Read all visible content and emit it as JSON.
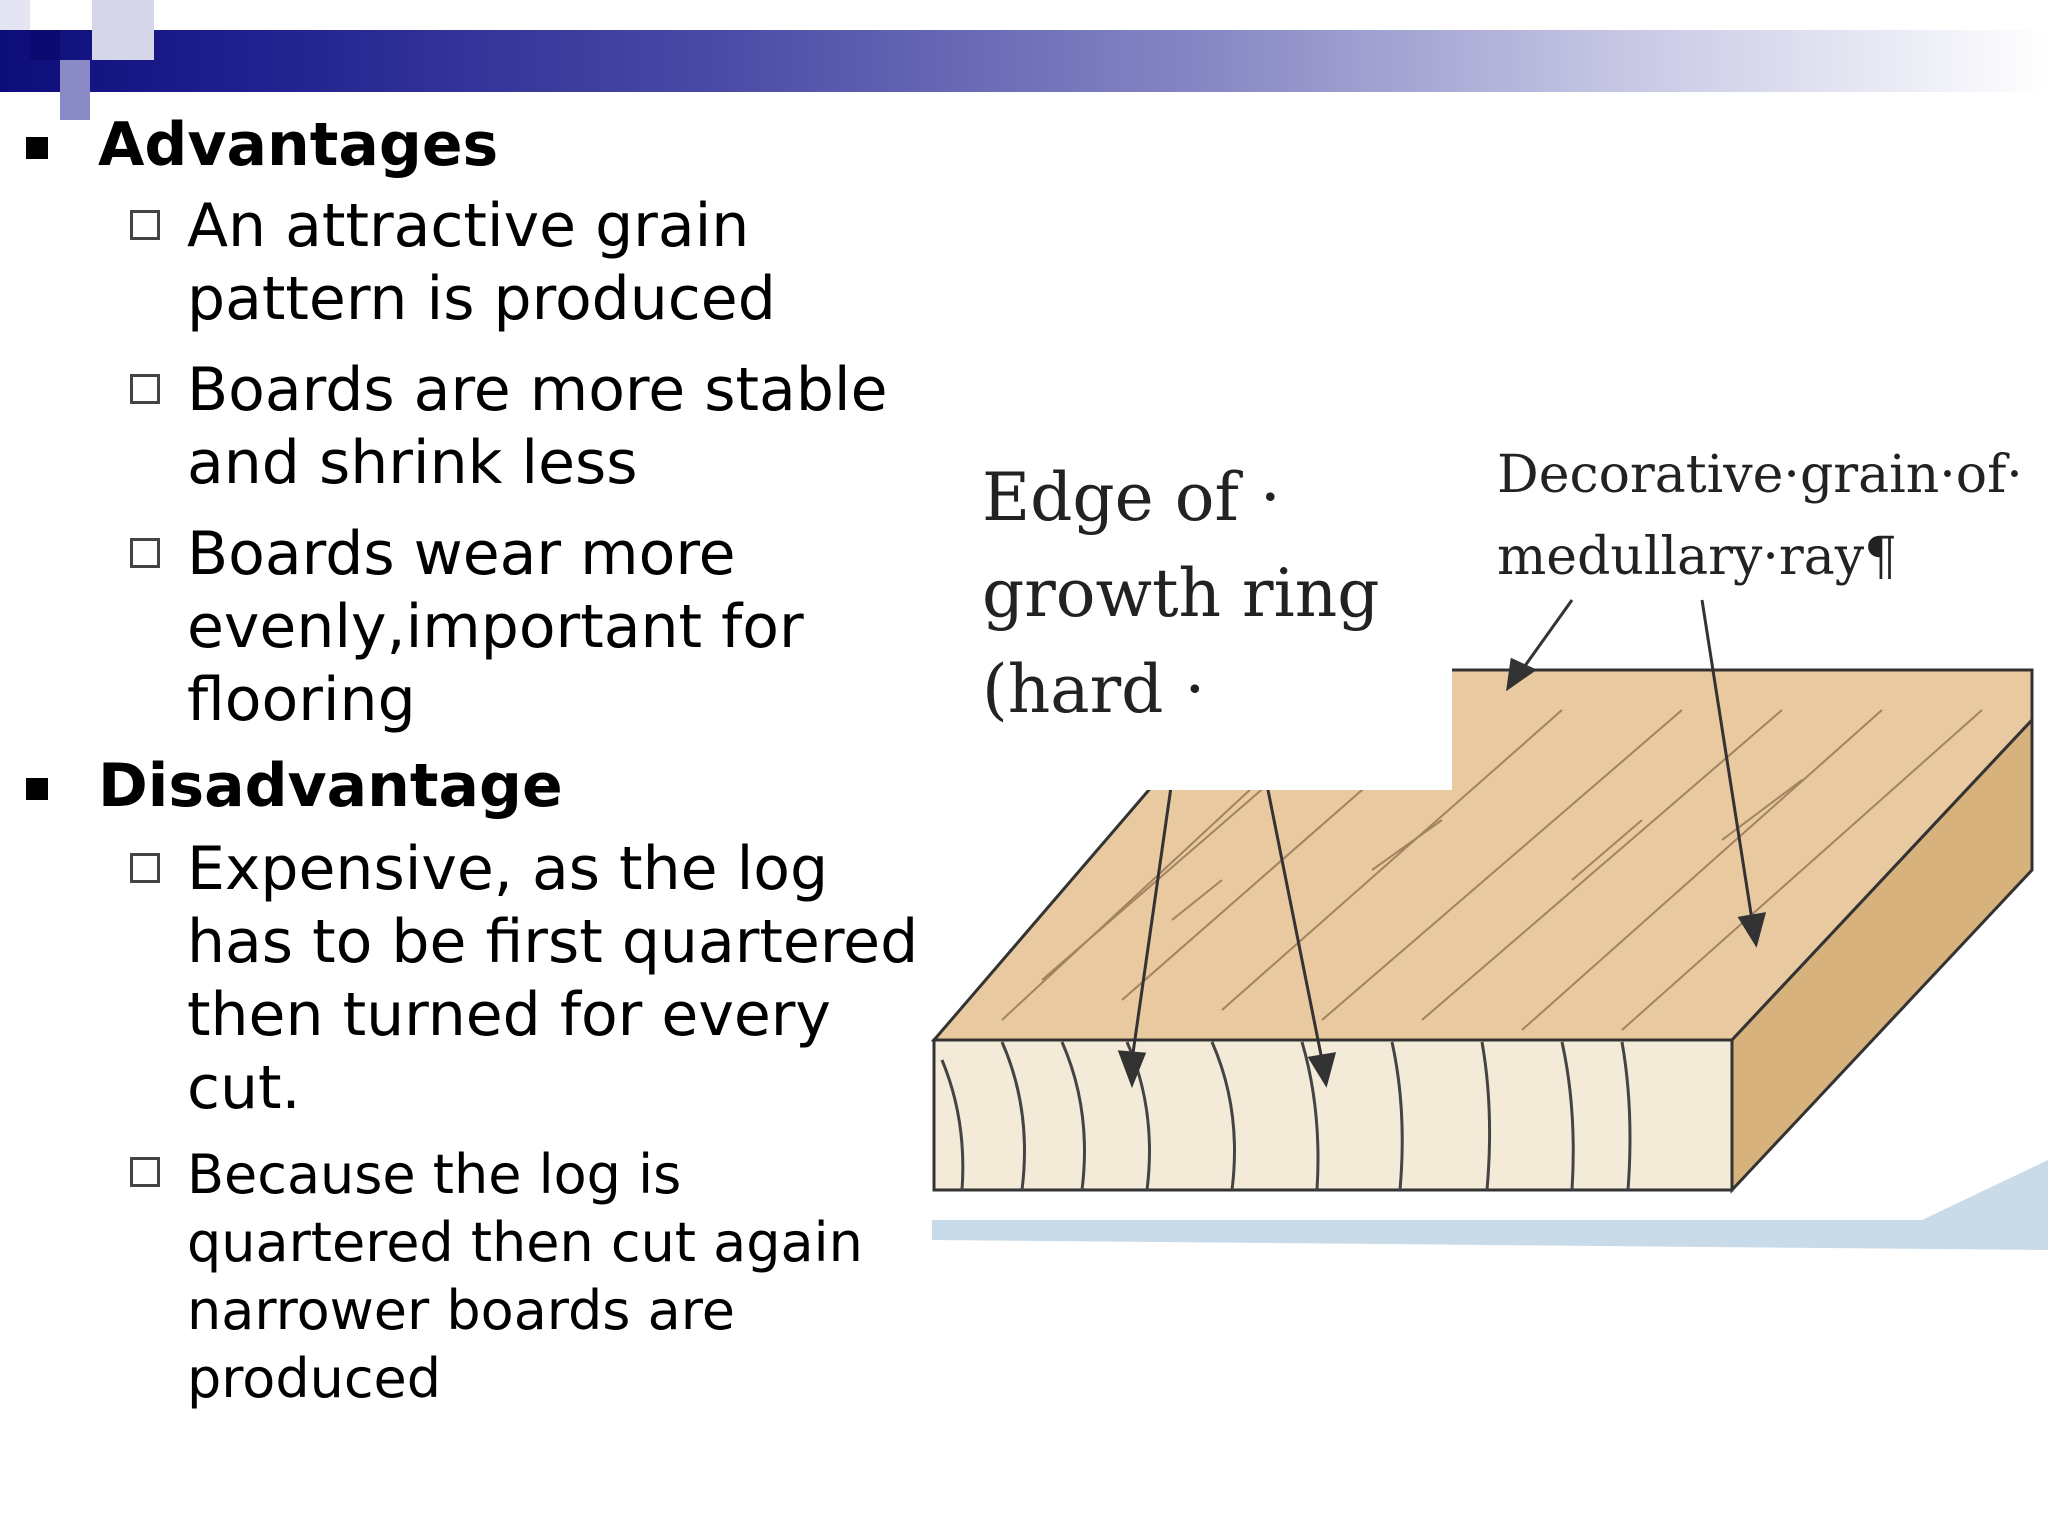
{
  "slide": {
    "sections": [
      {
        "heading": "Advantages",
        "items": [
          {
            "lines": [
              "An attractive grain",
              "pattern is produced"
            ]
          },
          {
            "lines": [
              "Boards are more stable",
              "and shrink less"
            ]
          },
          {
            "lines": [
              "Boards wear more",
              "evenly,important for",
              "flooring"
            ]
          }
        ]
      },
      {
        "heading": "Disadvantage",
        "items": [
          {
            "lines": [
              "Expensive, as the log",
              "has to be first quartered",
              "then turned for every",
              "cut."
            ]
          },
          {
            "lines": [
              "Because the log is",
              "quartered then cut again",
              "narrower boards are",
              "produced"
            ]
          }
        ]
      }
    ]
  },
  "figure": {
    "label_edge": [
      "Edge of ·",
      "growth ring",
      "(hard ·"
    ],
    "label_decor": [
      "Decorative·grain·of·",
      "medullary·ray¶"
    ]
  },
  "colors": {
    "band_dark": "#0d0d7a",
    "wood_top": "#e8c9a0",
    "wood_side": "#d8b27c",
    "wood_end": "#f3ead8",
    "shadow": "#c9dbe8"
  }
}
